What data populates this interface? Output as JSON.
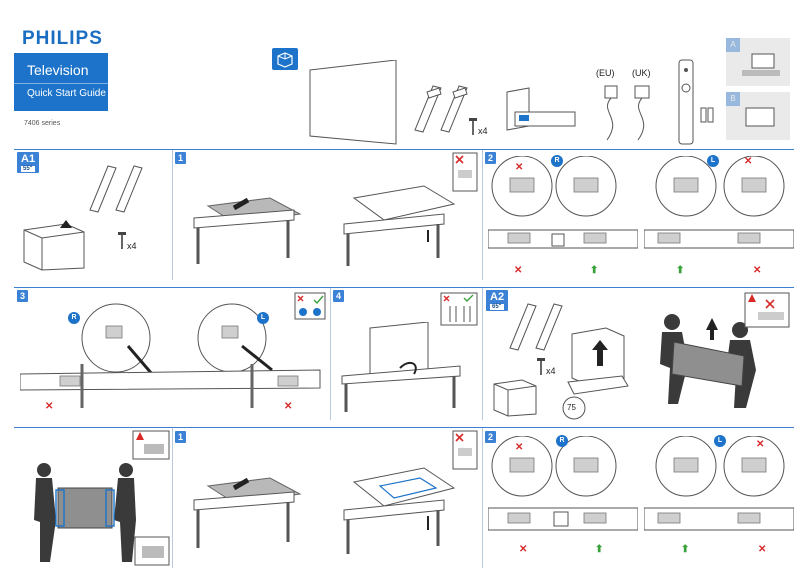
{
  "brand": {
    "logo": "PHILIPS",
    "product": "Television",
    "guide": "Quick Start Guide",
    "series": "7406 series"
  },
  "accessories": {
    "stand_count": "x4",
    "plug_eu": "(EU)",
    "plug_uk": "(UK)",
    "tab_a": "A",
    "tab_b": "B"
  },
  "steps": {
    "a1": {
      "tag": "A1",
      "size": "55\"",
      "screws": "x4"
    },
    "step1": "1",
    "step2": "2",
    "step3": "3",
    "step4": "4",
    "a2": {
      "tag": "A2",
      "size": "65\"",
      "screws": "x4",
      "dim": "75"
    },
    "lower_step1": "1",
    "lower_step2": "2"
  },
  "markers": {
    "right": "R",
    "left": "L",
    "cross": "✕",
    "arrow": "⬆"
  },
  "colors": {
    "brand_blue": "#1c73c9",
    "rule_blue": "#3a7fd0",
    "error_red": "#d92a2a",
    "ok_green": "#3aa23a"
  }
}
